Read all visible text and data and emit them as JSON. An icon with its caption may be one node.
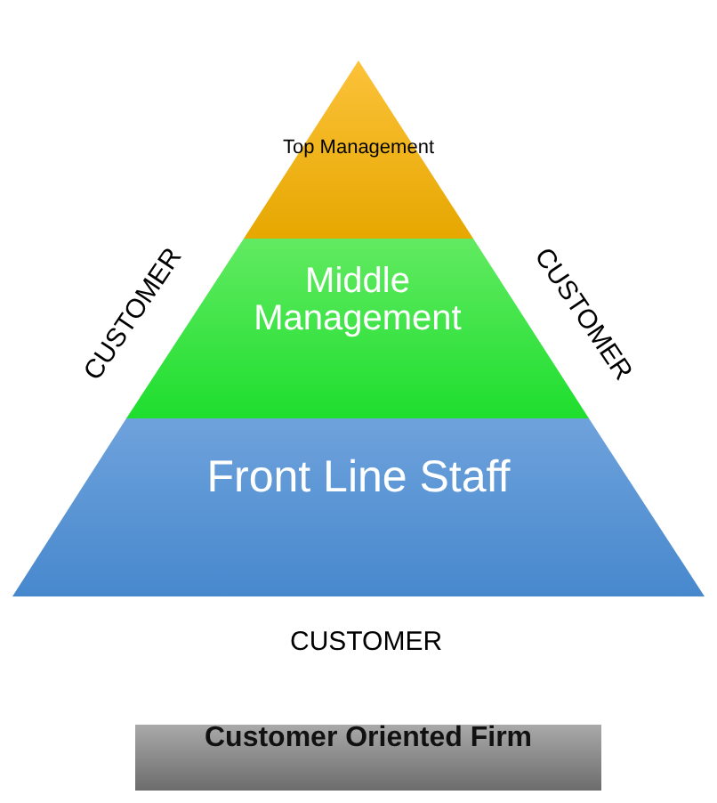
{
  "diagram": {
    "nodes": [
      {
        "text": [
          "Top Management"
        ]
      },
      {
        "text": [
          "Middle Management"
        ]
      },
      {
        "text": [
          "Front Line Staff"
        ]
      },
      {
        "text": [
          "Customer Oriented Firm"
        ]
      }
    ],
    "labels": [
      "CUSTOMER",
      "CUSTOMER",
      "CUSTOMER"
    ]
  }
}
